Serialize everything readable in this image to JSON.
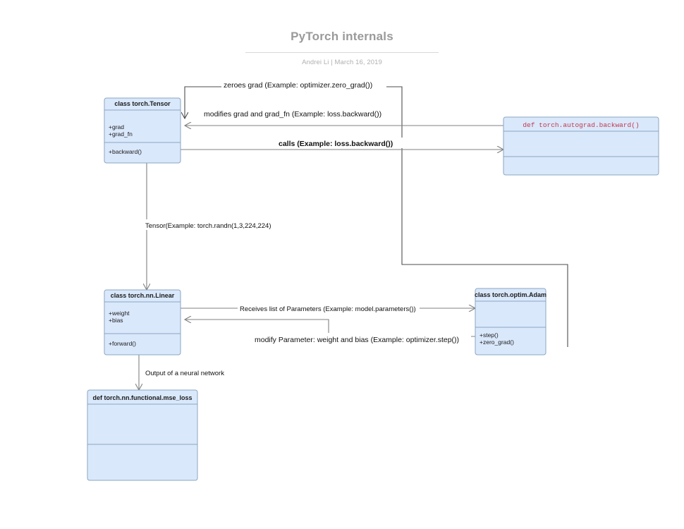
{
  "header": {
    "title": "PyTorch internals",
    "author": "Andrei Li",
    "separator": "|",
    "date": "March 16, 2019",
    "byline": "Andrei Li  |  March 16, 2019"
  },
  "diagram": {
    "type": "uml-class-diagram",
    "colors": {
      "box_fill": "#dae8fc",
      "box_stroke": "#8aa6c0",
      "edge": "#808080",
      "code_text": "#c0394b",
      "title_text": "#9a9a9a"
    },
    "nodes": [
      {
        "id": "tensor",
        "title": "class torch.Tensor",
        "title_style": "plain",
        "attributes": [
          "+grad",
          "+grad_fn"
        ],
        "methods": [
          "+backward()"
        ]
      },
      {
        "id": "autograd_backward",
        "title": "def torch.autograd.backward()",
        "title_style": "code",
        "attributes": [],
        "methods": []
      },
      {
        "id": "linear",
        "title": "class torch.nn.Linear",
        "title_style": "plain",
        "attributes": [
          "+weight",
          "+bias"
        ],
        "methods": [
          "+forward()"
        ]
      },
      {
        "id": "adam",
        "title": "class torch.optim.Adam",
        "title_style": "plain",
        "attributes": [],
        "methods": [
          "+step()",
          "+zero_grad()"
        ]
      },
      {
        "id": "mse_loss",
        "title": "def torch.nn.functional.mse_loss",
        "title_style": "plain",
        "attributes": [],
        "methods": []
      }
    ],
    "edges": [
      {
        "id": "zeroes-grad",
        "from": "adam",
        "to": "tensor",
        "label": "zeroes grad (Example: optimizer.zero_grad())"
      },
      {
        "id": "modifies-grad",
        "from": "autograd_backward",
        "to": "tensor",
        "label": "modifies grad and grad_fn (Example: loss.backward())"
      },
      {
        "id": "calls-backward",
        "from": "tensor",
        "to": "autograd_backward",
        "label": "calls (Example: loss.backward())"
      },
      {
        "id": "tensor-to-linear",
        "from": "tensor",
        "to": "linear",
        "label": "Tensor(Example: torch.randn(1,3,224,224)"
      },
      {
        "id": "receives-parameters",
        "from": "linear",
        "to": "adam",
        "label": "Receives list of Parameters (Example: model.parameters())"
      },
      {
        "id": "modify-parameter",
        "from": "adam",
        "to": "linear",
        "label": "modify Parameter: weight and bias (Example: optimizer.step())"
      },
      {
        "id": "linear-to-loss",
        "from": "linear",
        "to": "mse_loss",
        "label": "Output of a neural network"
      }
    ]
  }
}
